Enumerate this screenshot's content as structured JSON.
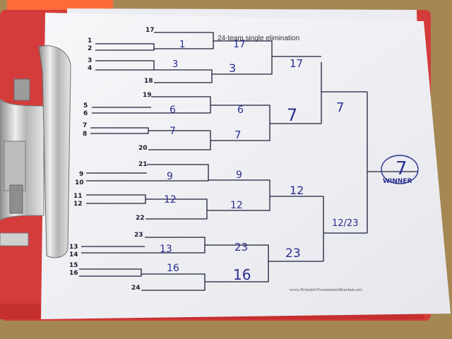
{
  "sheet": {
    "title": "24-team single elimination",
    "footer_url": "www.PrintableTournamentBrackets.net"
  },
  "seeds": [
    "17",
    "1",
    "2",
    "3",
    "4",
    "18",
    "19",
    "5",
    "6",
    "7",
    "8",
    "20",
    "21",
    "9",
    "10",
    "11",
    "12",
    "22",
    "23",
    "13",
    "14",
    "15",
    "16",
    "24"
  ],
  "round1_results": [
    "1",
    "3",
    "6",
    "7",
    "9",
    "12",
    "13",
    "16"
  ],
  "round2_results": [
    "17",
    "3",
    "6",
    "7",
    "9",
    "12",
    "23",
    "16"
  ],
  "round3_results": [
    "17",
    "7",
    "12",
    "23"
  ],
  "semifinal_results": [
    "7",
    "12/23"
  ],
  "champion": {
    "value": "7",
    "label": "WINNER"
  },
  "colors": {
    "paper": "#f4f4f7",
    "ink": "#2a2f8f",
    "clipboard": "#d93a3a",
    "clip_metal": "#c9c9c9",
    "table": "#a88a5a"
  }
}
